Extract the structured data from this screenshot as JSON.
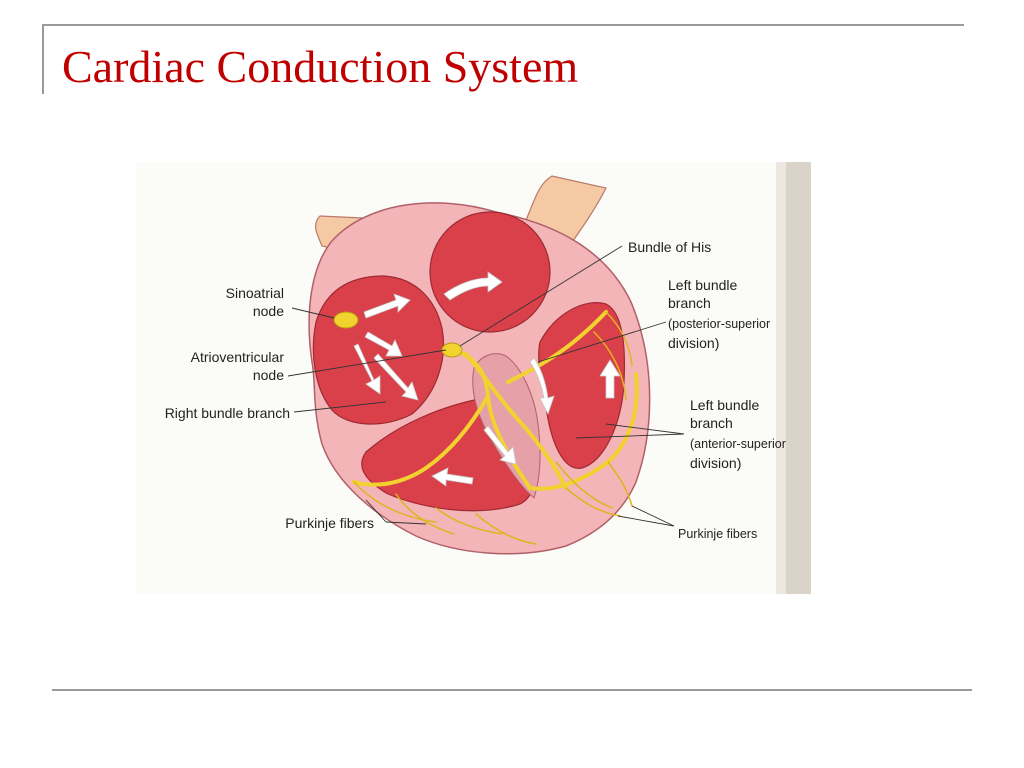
{
  "slide": {
    "title": "Cardiac Conduction System"
  },
  "figure": {
    "labels": {
      "sa_node_1": "Sinoatrial",
      "sa_node_2": "node",
      "av_node_1": "Atrioventricular",
      "av_node_2": "node",
      "right_bundle_branch": "Right bundle branch",
      "purkinje_left": "Purkinje fibers",
      "bundle_of_his": "Bundle of His",
      "lbb_posterior_1": "Left bundle",
      "lbb_posterior_2": "branch",
      "lbb_posterior_3": "(posterior-superior",
      "lbb_posterior_4": "division)",
      "lbb_anterior_1": "Left bundle",
      "lbb_anterior_2": "branch",
      "lbb_anterior_3": "(anterior-superior",
      "lbb_anterior_4": "division)",
      "purkinje_right": "Purkinje fibers"
    },
    "colors": {
      "title": "#c00000",
      "myocardium": "#d9404a",
      "outer_wall": "#f3b5b8",
      "conduction": "#f2d22e",
      "vessel": "#f4c9a4",
      "background": "#fbfbf8"
    }
  }
}
